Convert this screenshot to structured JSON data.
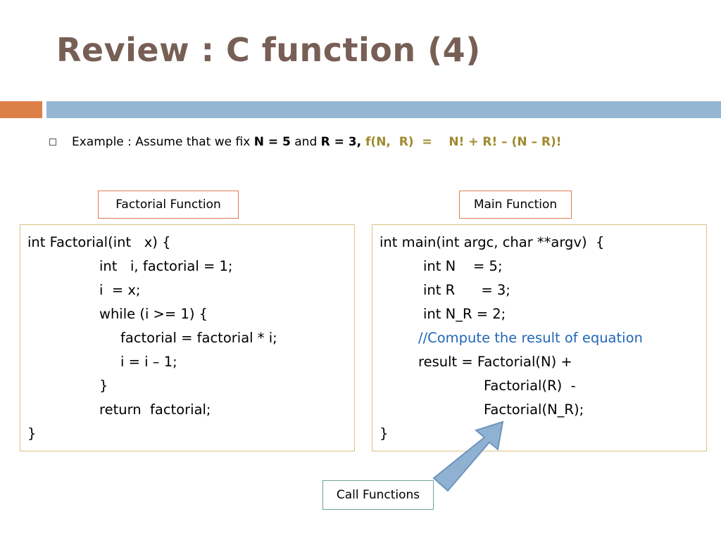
{
  "slide": {
    "title": "Review : C function (4)"
  },
  "bullet": {
    "prefix": "Example : Assume that we fix ",
    "n_assign": "N = 5",
    "and_word": " and ",
    "r_assign": "R = 3,",
    "formula": " f(N,  R)  =    N! + R! – (N – R)!"
  },
  "labels": {
    "factorial": "Factorial Function",
    "main": "Main Function",
    "call": "Call Functions"
  },
  "factorial_code": [
    "int Factorial(int   x) {",
    "int   i, factorial = 1;",
    "i  = x;",
    "while (i >= 1) {",
    "factorial = factorial * i;",
    "i = i – 1;",
    "}",
    "return  factorial;",
    "}"
  ],
  "main_code": [
    "int main(int argc, char **argv)  {",
    "int N    = 5;",
    "int R      = 3;",
    "int N_R = 2;",
    "//Compute the result of equation",
    "result = Factorial(N) +",
    "Factorial(R)  -",
    "Factorial(N_R);",
    "}"
  ],
  "colors": {
    "title": "#775f55",
    "accent_orange": "#dd8047",
    "accent_blue": "#94b6d2",
    "formula": "#9f8a2e",
    "comment": "#2267b8",
    "arrow_fill": "#8fb1d2",
    "arrow_stroke": "#6f95bb"
  }
}
